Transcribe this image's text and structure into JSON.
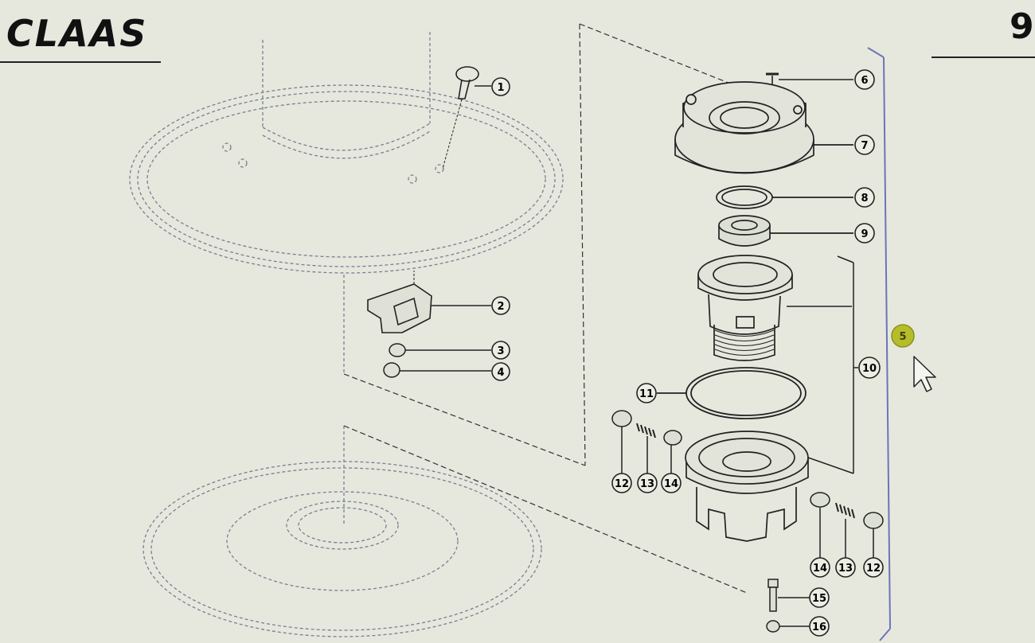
{
  "header": {
    "brand": "CLAAS",
    "page_number": "9"
  },
  "callouts": [
    {
      "id": "1",
      "label": "1"
    },
    {
      "id": "2",
      "label": "2"
    },
    {
      "id": "3",
      "label": "3"
    },
    {
      "id": "4",
      "label": "4"
    },
    {
      "id": "5",
      "label": "5"
    },
    {
      "id": "6",
      "label": "6"
    },
    {
      "id": "7",
      "label": "7"
    },
    {
      "id": "8",
      "label": "8"
    },
    {
      "id": "9",
      "label": "9"
    },
    {
      "id": "10",
      "label": "10"
    },
    {
      "id": "11",
      "label": "11"
    },
    {
      "id": "12a",
      "label": "12"
    },
    {
      "id": "13a",
      "label": "13"
    },
    {
      "id": "14a",
      "label": "14"
    },
    {
      "id": "14b",
      "label": "14"
    },
    {
      "id": "13b",
      "label": "13"
    },
    {
      "id": "12b",
      "label": "12"
    },
    {
      "id": "15",
      "label": "15"
    },
    {
      "id": "16",
      "label": "16"
    }
  ],
  "colors": {
    "background": "#e6e8de",
    "line": "#222222",
    "dashed": "#7a7f8f",
    "highlight": "#b5bd2a",
    "bracket": "#6c74b8"
  },
  "cursor": {
    "icon": "pointer-arrow-icon"
  }
}
